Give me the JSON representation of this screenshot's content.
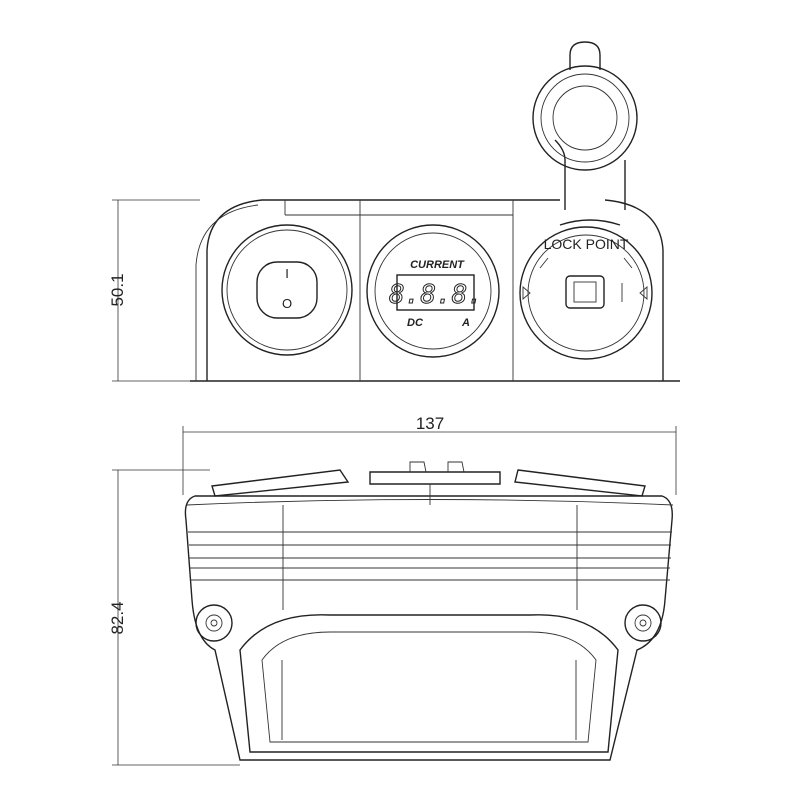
{
  "dimensions": {
    "height_front": "50.1",
    "width": "137",
    "depth": "82.4"
  },
  "voltmeter": {
    "header": "CURRENT",
    "display": "8.8.8.",
    "left_label": "DC",
    "right_label": "A"
  },
  "switch": {
    "on_mark": "I",
    "off_mark": "O"
  },
  "socket": {
    "lock_label": "LOCK POINT"
  }
}
